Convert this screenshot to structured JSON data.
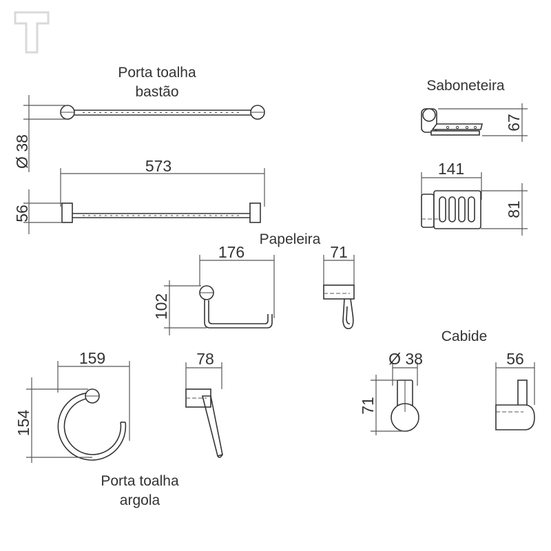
{
  "titles": {
    "bastao_line1": "Porta toalha",
    "bastao_line2": "bastão",
    "saboneteira": "Saboneteira",
    "papeleira": "Papeleira",
    "cabide": "Cabide",
    "argola_line1": "Porta toalha",
    "argola_line2": "argola"
  },
  "dimensions": {
    "bastao_diameter": "Ø 38",
    "bastao_length": "573",
    "bastao_depth": "56",
    "sabonete_height": "67",
    "sabonete_width": "141",
    "sabonete_depth": "81",
    "papeleira_width": "176",
    "papeleira_height": "102",
    "papeleira_depth": "71",
    "argola_width": "159",
    "argola_height": "154",
    "argola_depth": "78",
    "cabide_diameter": "Ø 38",
    "cabide_height": "71",
    "cabide_depth": "56"
  }
}
